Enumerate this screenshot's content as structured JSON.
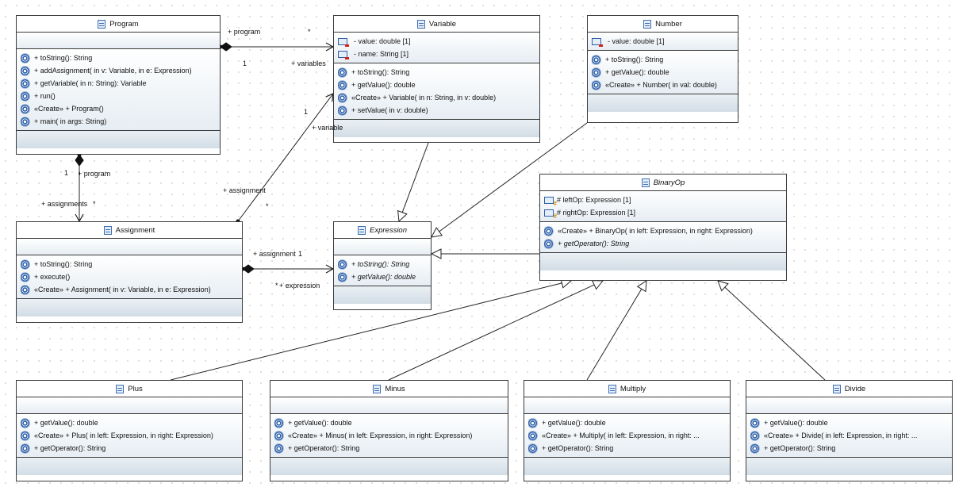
{
  "classes": [
    {
      "name": "Program",
      "abstract": false,
      "attributes": [],
      "operations": [
        {
          "text": "+ toString(): String"
        },
        {
          "text": "+ addAssignment(  in v: Variable,   in e: Expression)"
        },
        {
          "text": "+ getVariable(  in n: String): Variable"
        },
        {
          "text": "+ run()"
        },
        {
          "text": "«Create»  + Program()"
        },
        {
          "text": "+ main(  in args: String)"
        }
      ]
    },
    {
      "name": "Variable",
      "abstract": false,
      "attributes": [
        {
          "text": "- value: double [1]",
          "visibility": "private"
        },
        {
          "text": "- name: String [1]",
          "visibility": "private"
        }
      ],
      "operations": [
        {
          "text": "+ toString(): String"
        },
        {
          "text": "+ getValue(): double"
        },
        {
          "text": "«Create»  + Variable(  in n: String,    in v: double)"
        },
        {
          "text": "+ setValue(  in v: double)"
        }
      ]
    },
    {
      "name": "Number",
      "abstract": false,
      "attributes": [
        {
          "text": "- value: double [1]",
          "visibility": "private"
        }
      ],
      "operations": [
        {
          "text": "+ toString(): String"
        },
        {
          "text": "+ getValue(): double"
        },
        {
          "text": "«Create»  + Number(  in val: double)"
        }
      ]
    },
    {
      "name": "BinaryOp",
      "abstract": true,
      "attributes": [
        {
          "text": "# leftOp: Expression [1]",
          "visibility": "protected"
        },
        {
          "text": "# rightOp: Expression [1]",
          "visibility": "protected"
        }
      ],
      "operations": [
        {
          "text": "«Create»  + BinaryOp(  in left: Expression,    in right: Expression)"
        },
        {
          "text": "+ getOperator(): String",
          "abstract": true
        }
      ]
    },
    {
      "name": "Assignment",
      "abstract": false,
      "attributes": [],
      "operations": [
        {
          "text": "+ toString(): String"
        },
        {
          "text": "+ execute()"
        },
        {
          "text": "«Create»  + Assignment(  in v: Variable,    in e: Expression)"
        }
      ]
    },
    {
      "name": "Expression",
      "abstract": true,
      "attributes": [],
      "operations": [
        {
          "text": "+ toString(): String",
          "abstract": true
        },
        {
          "text": "+ getValue(): double",
          "abstract": true
        }
      ]
    },
    {
      "name": "Plus",
      "abstract": false,
      "attributes": [],
      "operations": [
        {
          "text": "+ getValue(): double"
        },
        {
          "text": "«Create»  + Plus(  in left: Expression,    in right: Expression)"
        },
        {
          "text": "+ getOperator(): String"
        }
      ]
    },
    {
      "name": "Minus",
      "abstract": false,
      "attributes": [],
      "operations": [
        {
          "text": "+ getValue(): double"
        },
        {
          "text": "«Create»  + Minus(  in left: Expression,    in right: Expression)"
        },
        {
          "text": "+ getOperator(): String"
        }
      ]
    },
    {
      "name": "Multiply",
      "abstract": false,
      "attributes": [],
      "operations": [
        {
          "text": "+ getValue(): double"
        },
        {
          "text": "«Create»  + Multiply(  in left: Expression,    in right: ..."
        },
        {
          "text": "+ getOperator(): String"
        }
      ]
    },
    {
      "name": "Divide",
      "abstract": false,
      "attributes": [],
      "operations": [
        {
          "text": "+ getValue(): double"
        },
        {
          "text": "«Create»  + Divide(  in left: Expression,    in right: ..."
        },
        {
          "text": "+ getOperator(): String"
        }
      ]
    }
  ],
  "relationships": [
    {
      "type": "composition",
      "from": "Program",
      "to": "Variable",
      "source_labels": [
        "+ program",
        "1"
      ],
      "target_labels": [
        "*",
        "+ variables"
      ]
    },
    {
      "type": "composition",
      "from": "Program",
      "to": "Assignment",
      "source_labels": [
        "1",
        "+ program"
      ],
      "target_labels": [
        "+ assignments",
        "*"
      ]
    },
    {
      "type": "association",
      "from": "Assignment",
      "to": "Variable",
      "source_labels": [
        "+ assignment",
        "*"
      ],
      "target_labels": [
        "1",
        "+ variable"
      ]
    },
    {
      "type": "composition",
      "from": "Assignment",
      "to": "Expression",
      "source_labels": [
        "+ assignment",
        "1"
      ],
      "target_labels": [
        "*",
        "+ expression"
      ]
    },
    {
      "type": "generalization",
      "from": "Variable",
      "to": "Expression"
    },
    {
      "type": "generalization",
      "from": "Number",
      "to": "Expression"
    },
    {
      "type": "generalization",
      "from": "BinaryOp",
      "to": "Expression"
    },
    {
      "type": "generalization",
      "from": "Plus",
      "to": "BinaryOp"
    },
    {
      "type": "generalization",
      "from": "Minus",
      "to": "BinaryOp"
    },
    {
      "type": "generalization",
      "from": "Multiply",
      "to": "BinaryOp"
    },
    {
      "type": "generalization",
      "from": "Divide",
      "to": "BinaryOp"
    }
  ]
}
